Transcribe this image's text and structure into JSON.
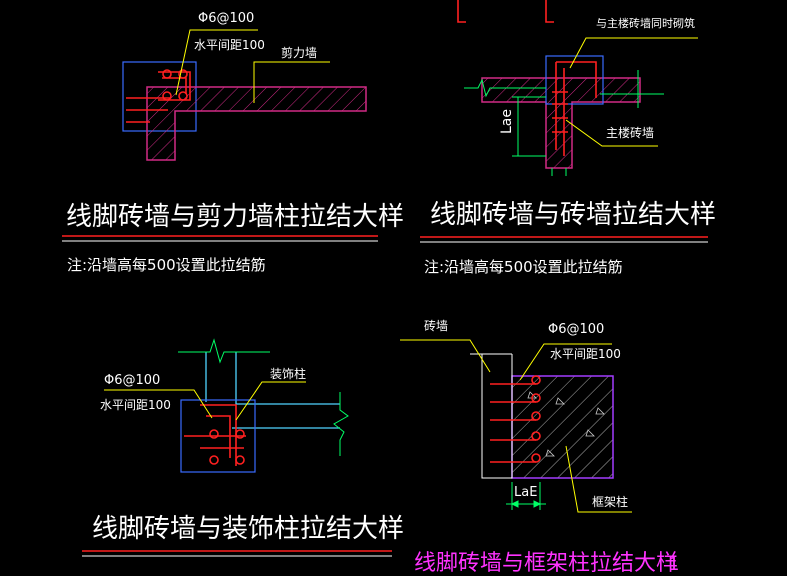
{
  "colors": {
    "background": "#000000",
    "text": "#ffffff",
    "leader": "#ffff00",
    "rebar": "#ff2020",
    "wall": "#d12a86",
    "column": "#3a6cff",
    "trim": "#4fd3ff",
    "frame": "#a23cff",
    "cut": "#00ff66",
    "title_magenta": "#ff33ff"
  },
  "d1": {
    "rebar_spec": "Φ6@100",
    "spacing": "水平间距100",
    "wall_label": "剪力墙",
    "title": "线脚砖墙与剪力墙柱拉结大样",
    "note": "注:沿墙高每500设置此拉结筋"
  },
  "d2": {
    "pour_label": "与主楼砖墙同时砌筑",
    "main_wall_label": "主楼砖墙",
    "dim_label": "Lae",
    "title": "线脚砖墙与砖墙拉结大样",
    "note": "注:沿墙高每500设置此拉结筋"
  },
  "d3": {
    "rebar_spec": "Φ6@100",
    "spacing": "水平间距100",
    "column_label": "装饰柱",
    "title": "线脚砖墙与装饰柱拉结大样"
  },
  "d4": {
    "brick_label": "砖墙",
    "rebar_spec": "Φ6@100",
    "spacing": "水平间距100",
    "dim_label": "LaE",
    "frame_label": "框架柱",
    "title": "线脚砖墙与框架柱拉结大样",
    "index": "1"
  },
  "icons": [
    "break-line-icon",
    "hook-rebar-icon",
    "dimension-arrow-icon",
    "aggregate-triangle-icon"
  ]
}
